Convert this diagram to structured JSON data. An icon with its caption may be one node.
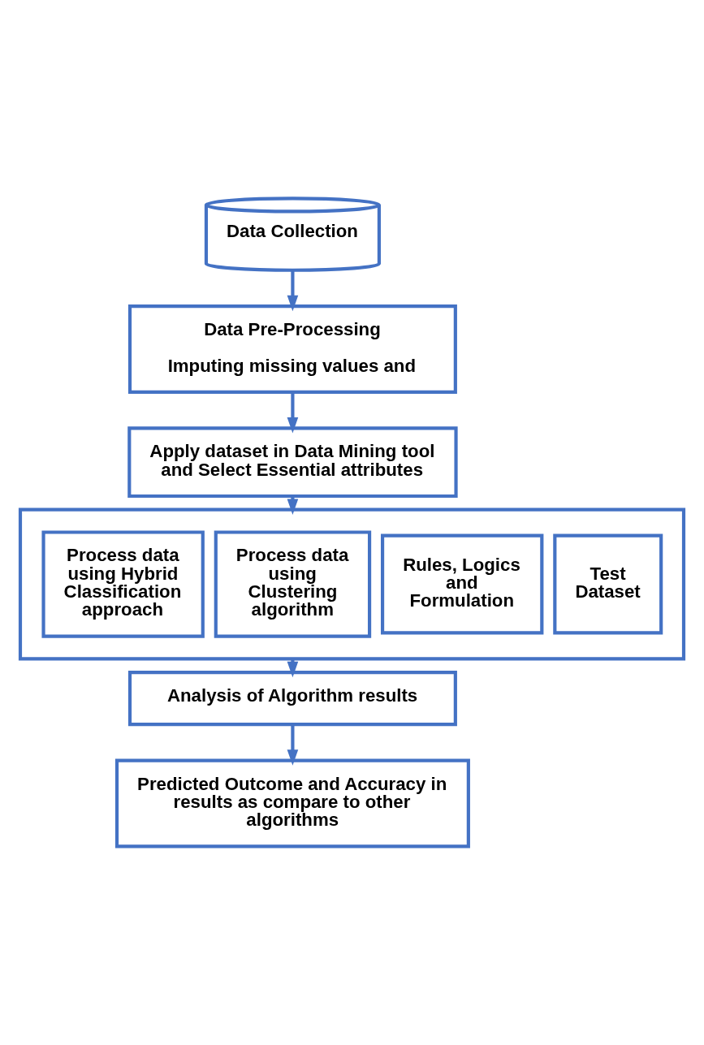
{
  "diagram": {
    "nodes": [
      {
        "text": [
          "Data Collection"
        ]
      },
      {
        "text": [
          "Data Pre-Processing",
          "Imputing missing values and"
        ]
      },
      {
        "text": [
          "Apply dataset in Data Mining tool and Select Essential attributes"
        ]
      },
      {
        "text": [],
        "shape": "box"
      },
      {
        "text": [
          "Process data using Hybrid Classification approach"
        ],
        "in": 3
      },
      {
        "text": [
          "Process data using Clustering algorithm"
        ],
        "in": 3
      },
      {
        "text": [
          "Rules, Logics and Formulation"
        ],
        "in": 3
      },
      {
        "text": [
          "Test Dataset"
        ],
        "in": 3
      },
      {
        "text": [
          "Analysis of Algorithm results"
        ]
      },
      {
        "text": [
          "Predicted Outcome and Accuracy in results as compare to other algorithms"
        ]
      }
    ],
    "edges": [
      {
        "from": 0,
        "to": 1,
        "arrow": "to"
      },
      {
        "from": 1,
        "to": 2,
        "arrow": "to"
      },
      {
        "from": 2,
        "to": 3,
        "arrow": "to"
      },
      {
        "from": 3,
        "to": 8,
        "arrow": "to"
      },
      {
        "from": 8,
        "to": 9,
        "arrow": "to"
      }
    ]
  }
}
